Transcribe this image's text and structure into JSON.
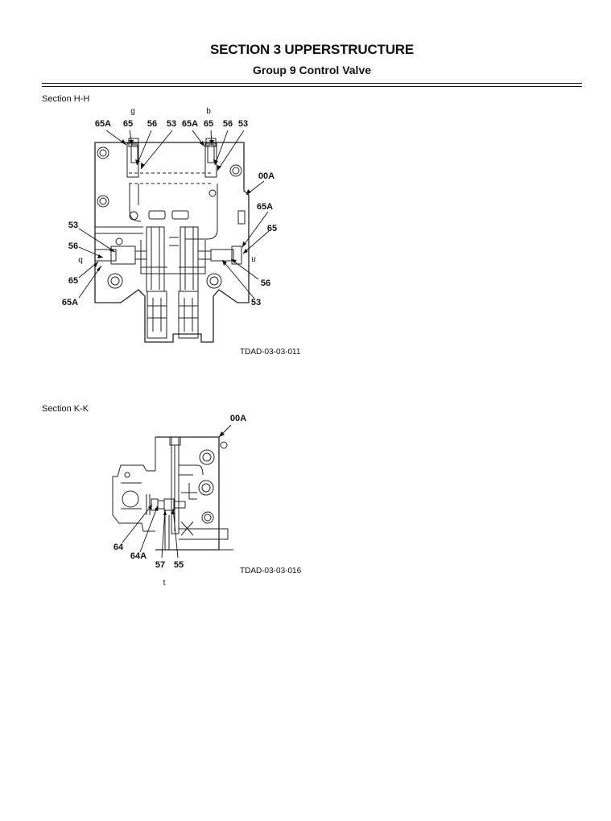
{
  "header": {
    "section_title": "SECTION 3 UPPERSTRUCTURE",
    "group_title": "Group 9 Control Valve"
  },
  "figures": {
    "hh": {
      "label": "Section H-H",
      "code": "TDAD-03-03-011",
      "callouts": {
        "top_left_65A": "65A",
        "top_left_65": "65",
        "top_left_56": "56",
        "top_left_53": "53",
        "top_right_65A": "65A",
        "top_right_65": "65",
        "top_right_56": "56",
        "top_right_53": "53",
        "port_g": "g",
        "port_b": "b",
        "right_00A": "00A",
        "right_65A": "65A",
        "right_65": "65",
        "port_u": "u",
        "right_56": "56",
        "right_53": "53",
        "left_53": "53",
        "left_56": "56",
        "port_q": "q",
        "left_65": "65",
        "left_65A": "65A"
      }
    },
    "kk": {
      "label": "Section K-K",
      "code": "TDAD-03-03-016",
      "callouts": {
        "top_00A": "00A",
        "c64": "64",
        "c64A": "64A",
        "c57": "57",
        "c55": "55",
        "port_t": "t"
      }
    }
  }
}
